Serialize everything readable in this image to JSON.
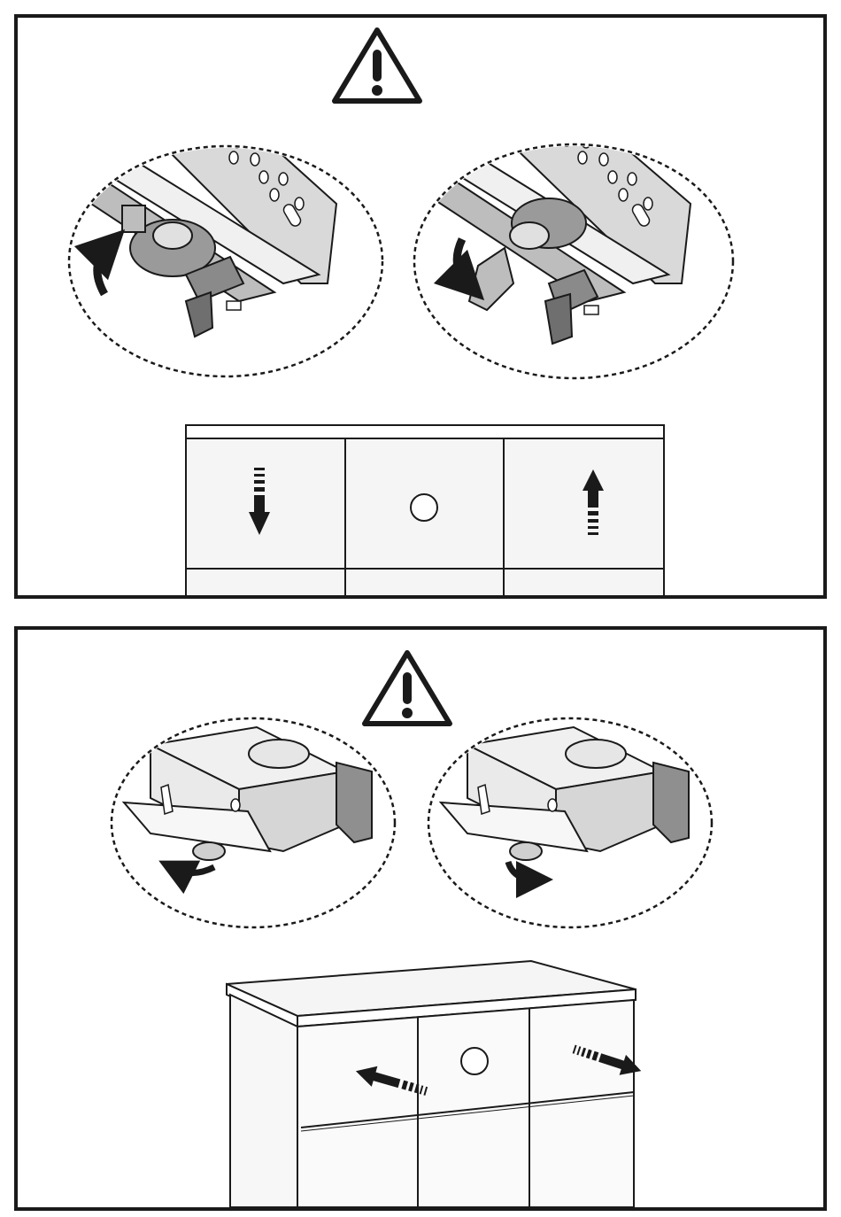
{
  "colors": {
    "line": "#1a1a1a",
    "plastic_grey": "#9a9a9a",
    "plastic_light": "#c8c8c8",
    "surface": "#f2f2f2",
    "paper": "#ffffff"
  },
  "icons": [
    "warning-icon",
    "rotate-arrow-icon",
    "pull-arrow-icon",
    "knob-icon"
  ],
  "panels": [
    {
      "id": "drawer-lock-release",
      "callouts": [
        {
          "icon": "rotate-arrow-icon",
          "rotation": "counter-clockwise"
        },
        {
          "icon": "rotate-arrow-icon",
          "rotation": "clockwise"
        }
      ],
      "arrows": [
        {
          "direction": "down"
        },
        {
          "direction": "up"
        }
      ]
    },
    {
      "id": "drawer-front-adjust",
      "callouts": [
        {
          "icon": "rotate-arrow-icon",
          "rotation": "counter-clockwise"
        },
        {
          "icon": "rotate-arrow-icon",
          "rotation": "clockwise"
        }
      ],
      "arrows": [
        {
          "direction": "left"
        },
        {
          "direction": "right"
        }
      ]
    }
  ]
}
